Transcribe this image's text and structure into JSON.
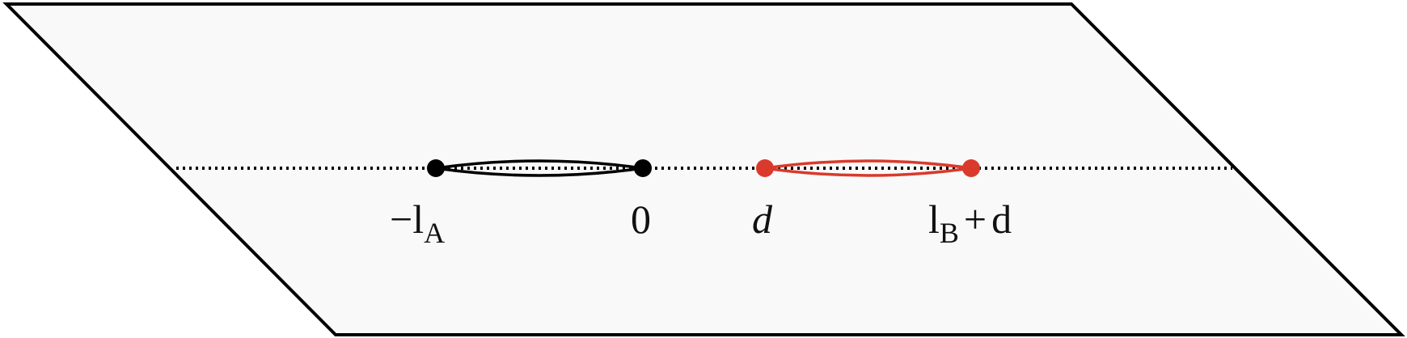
{
  "plane": {
    "fill": "#f9f9f9",
    "stroke": "#000000"
  },
  "axis": {
    "stroke": "#000000",
    "style": "dotted"
  },
  "intervals": [
    {
      "name": "A",
      "color": "#000000",
      "start_label": {
        "minus": "−",
        "var": "l",
        "sub": "A"
      },
      "end_label": {
        "text": "0"
      }
    },
    {
      "name": "B",
      "color": "#d93a2b",
      "start_label": {
        "var": "d"
      },
      "end_label": {
        "var": "l",
        "sub": "B",
        "plus": "+",
        "var2": "d"
      }
    }
  ]
}
